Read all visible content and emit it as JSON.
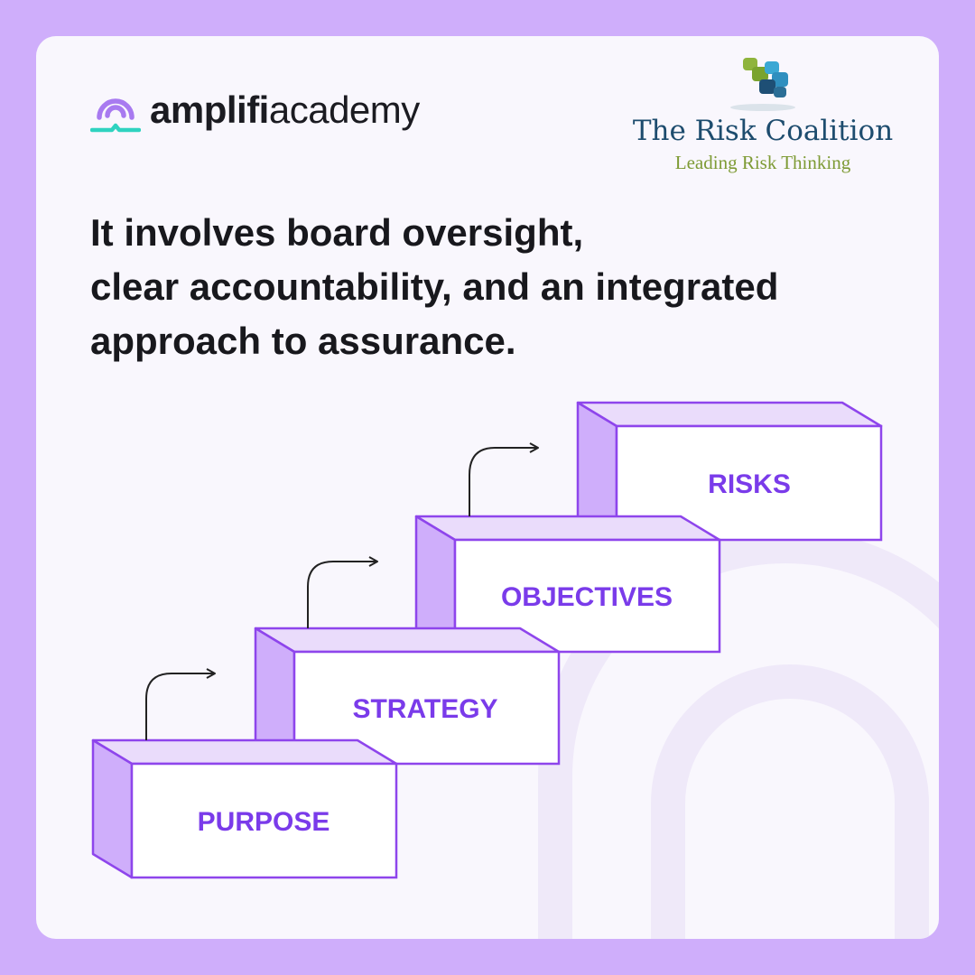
{
  "brand": {
    "name_bold": "amplifi",
    "name_light": "academy",
    "icon": "amplifi-logo-icon",
    "accent_color": "#a87af0",
    "underline_color": "#2fd3c0"
  },
  "partner": {
    "name": "The Risk Coalition",
    "tagline": "Leading Risk Thinking",
    "icon": "risk-coalition-puzzle-logo",
    "name_color": "#1d4c6e",
    "tagline_color": "#7e9b35"
  },
  "headline": {
    "lines": [
      "It involves board oversight,",
      "clear accountability, and an integrated",
      "approach to assurance."
    ]
  },
  "steps": [
    {
      "label": "PURPOSE"
    },
    {
      "label": "STRATEGY"
    },
    {
      "label": "OBJECTIVES"
    },
    {
      "label": "RISKS"
    }
  ],
  "colors": {
    "page_background": "#cfaefb",
    "card_background": "#f9f7fd",
    "step_outline": "#8e45ec",
    "step_side": "#cfaefb",
    "step_top": "#eadcfb",
    "step_text": "#7a3bea",
    "arrow": "#222222"
  }
}
